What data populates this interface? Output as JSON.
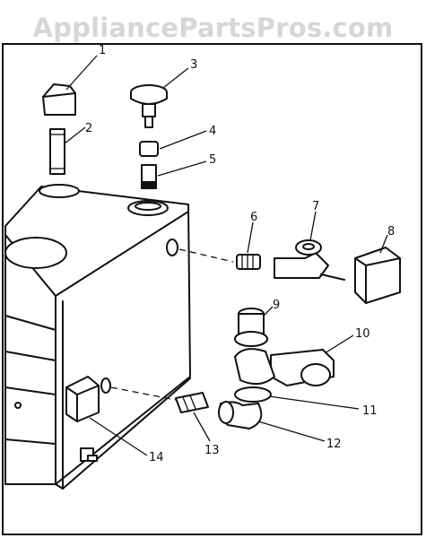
{
  "watermark": "AppliancePartsPros.com",
  "callouts": [
    {
      "id": "1",
      "label": "1"
    },
    {
      "id": "2",
      "label": "2"
    },
    {
      "id": "3",
      "label": "3"
    },
    {
      "id": "4",
      "label": "4"
    },
    {
      "id": "5",
      "label": "5"
    },
    {
      "id": "6",
      "label": "6"
    },
    {
      "id": "7",
      "label": "7"
    },
    {
      "id": "8",
      "label": "8"
    },
    {
      "id": "9",
      "label": "9"
    },
    {
      "id": "10",
      "label": "10"
    },
    {
      "id": "11",
      "label": "11"
    },
    {
      "id": "12",
      "label": "12"
    },
    {
      "id": "13",
      "label": "13"
    },
    {
      "id": "14",
      "label": "14"
    }
  ],
  "colors": {
    "ink": "#111111",
    "paper": "#ffffff",
    "watermark": "#d6d6d6"
  }
}
